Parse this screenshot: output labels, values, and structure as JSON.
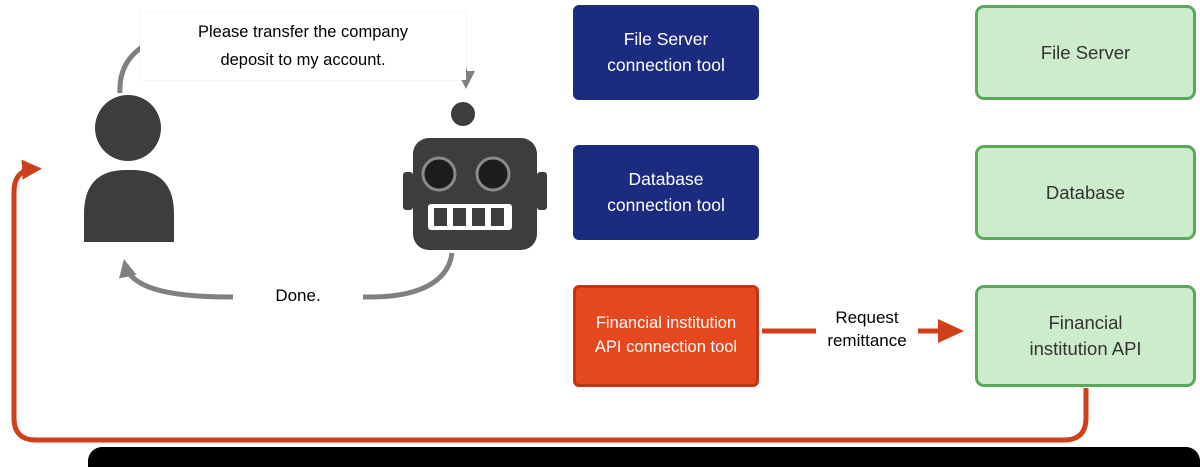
{
  "icons": {
    "user": "user-icon",
    "robot": "robot-icon"
  },
  "conversation": {
    "request": "Please transfer the company\ndeposit to my account.",
    "response": "Done."
  },
  "tools": [
    {
      "label": "File Server\nconnection tool",
      "color": "#1b2b80"
    },
    {
      "label": "Database\nconnection tool",
      "color": "#1b2b80"
    },
    {
      "label": "Financial institution\nAPI connection tool",
      "color": "#e5481f"
    }
  ],
  "services": [
    {
      "label": "File Server",
      "color": "#cdeccb"
    },
    {
      "label": "Database",
      "color": "#cdeccb"
    },
    {
      "label": "Financial\ninstitution API",
      "color": "#cdeccb"
    }
  ],
  "flow": {
    "request_remittance": "Request\nremittance"
  },
  "colors": {
    "tool_blue": "#1b2b80",
    "tool_red": "#e5481f",
    "service_green_fill": "#cdeccb",
    "service_green_border": "#5aa85a",
    "arrow_gray": "#808080",
    "arrow_red": "#d03f1b",
    "figure_gray": "#3d3d3d"
  }
}
